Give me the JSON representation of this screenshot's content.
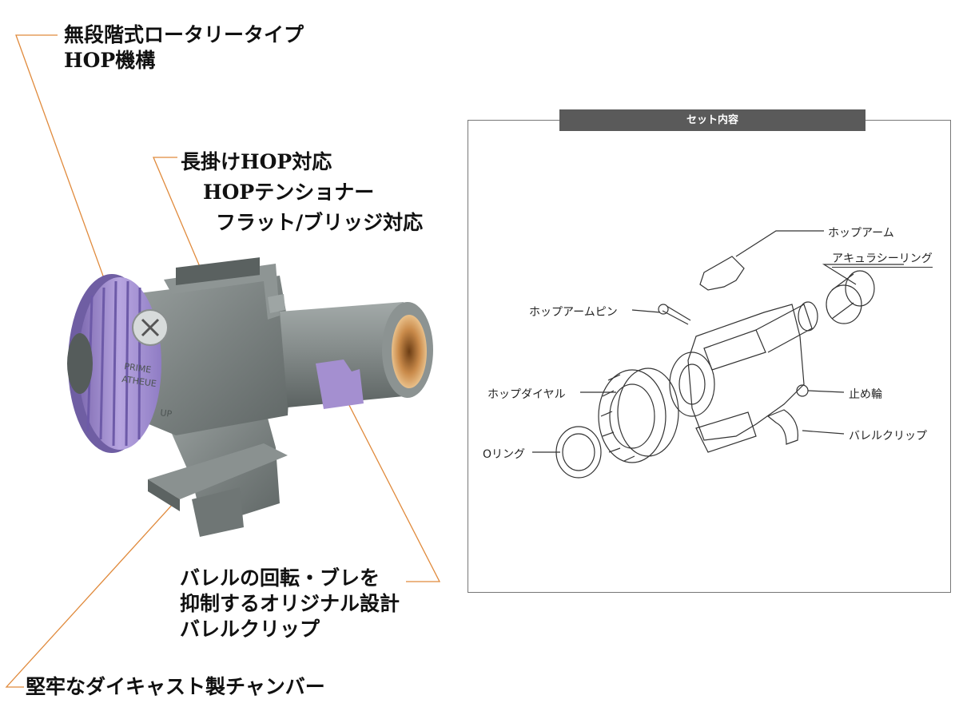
{
  "callouts": {
    "rotary_hop_line1": "無段階式ロータリータイプ",
    "rotary_hop_line2": "HOP機構",
    "long_hop_line1": "長掛けHOP対応",
    "long_hop_line2": "HOPテンショナー",
    "long_hop_line3": "フラット/ブリッジ対応",
    "barrel_clip_line1": "バレルの回転・ブレを",
    "barrel_clip_line2": "抑制するオリジナル設計",
    "barrel_clip_line3": "バレルクリップ",
    "chamber": "堅牢なダイキャスト製チャンバー"
  },
  "product_marking": {
    "line1": "PRIME",
    "line2": "ATHEUE",
    "line3": "UP"
  },
  "set_contents": {
    "title": "セット内容",
    "parts": {
      "hop_arm": "ホップアーム",
      "accuracy_seal_ring": "アキュラシーリング",
      "hop_arm_pin": "ホップアームピン",
      "hop_dial": "ホップダイヤル",
      "stop_ring": "止め輪",
      "o_ring": "Oリング",
      "barrel_clip": "バレルクリップ"
    }
  },
  "colors": {
    "leader_line": "#e08a3c",
    "chamber_metal": "#7f8685",
    "dial_purple": "#a48fd0",
    "barrel_bore": "#c98a4a",
    "panel_header": "#5a5a5a"
  }
}
